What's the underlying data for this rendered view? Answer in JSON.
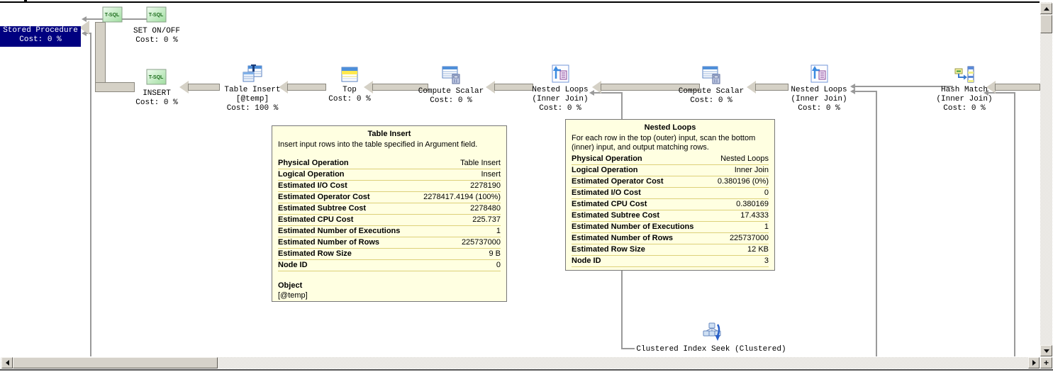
{
  "app": "execution-plan-viewer",
  "nodes": [
    {
      "id": "stored-procedure",
      "label": "Stored Procedure",
      "cost": "Cost: 0 %",
      "selected": true,
      "icon": "tsql-icon"
    },
    {
      "id": "set-on-off",
      "label": "SET ON/OFF",
      "cost": "Cost: 0 %",
      "icon": "tsql-icon"
    },
    {
      "id": "insert",
      "label": "INSERT",
      "cost": "Cost: 0 %",
      "icon": "tsql-icon"
    },
    {
      "id": "table-insert",
      "label": "Table Insert",
      "sublabel": "[@temp]",
      "cost": "Cost: 100 %",
      "icon": "table-insert-icon"
    },
    {
      "id": "top",
      "label": "Top",
      "cost": "Cost: 0 %",
      "icon": "top-icon"
    },
    {
      "id": "compute-scalar-1",
      "label": "Compute Scalar",
      "cost": "Cost: 0 %",
      "icon": "compute-scalar-icon"
    },
    {
      "id": "nested-loops-1",
      "label": "Nested Loops",
      "sublabel": "(Inner Join)",
      "cost": "Cost: 0 %",
      "icon": "nested-loops-icon"
    },
    {
      "id": "compute-scalar-2",
      "label": "Compute Scalar",
      "cost": "Cost: 0 %",
      "icon": "compute-scalar-icon"
    },
    {
      "id": "nested-loops-2",
      "label": "Nested Loops",
      "sublabel": "(Inner Join)",
      "cost": "Cost: 0 %",
      "icon": "nested-loops-icon"
    },
    {
      "id": "hash-match",
      "label": "Hash Match",
      "sublabel": "(Inner Join)",
      "cost": "Cost: 0 %",
      "icon": "hash-match-icon"
    },
    {
      "id": "clustered-index-seek",
      "label": "Clustered Index Seek (Clustered)",
      "icon": "clustered-index-seek-icon"
    }
  ],
  "icons": {
    "tsql_label": "T-SQL"
  },
  "tooltips": {
    "table_insert": {
      "title": "Table Insert",
      "description": "Insert input rows into the table specified in Argument field.",
      "rows": [
        {
          "label": "Physical Operation",
          "value": "Table Insert"
        },
        {
          "label": "Logical Operation",
          "value": "Insert"
        },
        {
          "label": "Estimated I/O Cost",
          "value": "2278190"
        },
        {
          "label": "Estimated Operator Cost",
          "value": "2278417.4194 (100%)"
        },
        {
          "label": "Estimated Subtree Cost",
          "value": "2278480"
        },
        {
          "label": "Estimated CPU Cost",
          "value": "225.737"
        },
        {
          "label": "Estimated Number of Executions",
          "value": "1"
        },
        {
          "label": "Estimated Number of Rows",
          "value": "225737000"
        },
        {
          "label": "Estimated Row Size",
          "value": "9 B"
        },
        {
          "label": "Node ID",
          "value": "0"
        }
      ],
      "footer_label": "Object",
      "footer_value": "[@temp]"
    },
    "nested_loops": {
      "title": "Nested Loops",
      "description": "For each row in the top (outer) input, scan the bottom (inner) input, and output matching rows.",
      "rows": [
        {
          "label": "Physical Operation",
          "value": "Nested Loops"
        },
        {
          "label": "Logical Operation",
          "value": "Inner Join"
        },
        {
          "label": "Estimated Operator Cost",
          "value": "0.380196 (0%)"
        },
        {
          "label": "Estimated I/O Cost",
          "value": "0"
        },
        {
          "label": "Estimated CPU Cost",
          "value": "0.380169"
        },
        {
          "label": "Estimated Subtree Cost",
          "value": "17.4333"
        },
        {
          "label": "Estimated Number of Executions",
          "value": "1"
        },
        {
          "label": "Estimated Number of Rows",
          "value": "225737000"
        },
        {
          "label": "Estimated Row Size",
          "value": "12 KB"
        },
        {
          "label": "Node ID",
          "value": "3"
        }
      ]
    }
  },
  "scrollbar": {
    "corner_plus_label": "+"
  },
  "colors": {
    "selected_bg": "#000080",
    "selected_fg": "#ffffff",
    "tooltip_bg": "#ffffe1",
    "tooltip_rule": "#ddd17a",
    "arrow_fill": "#d5d1c6",
    "arrow_border": "#8a877e",
    "thin_line": "#9a9a9a",
    "scrollbar_face": "#d6d2ca",
    "tsql_icon_green": "#b9e8b9"
  }
}
